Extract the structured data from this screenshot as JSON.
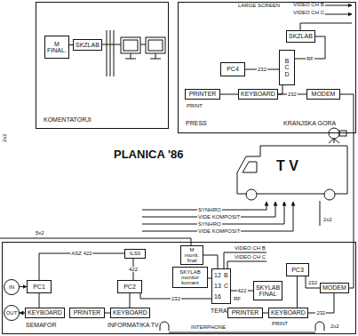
{
  "diagram": {
    "title": "PLANICA '86",
    "nodes": [
      {
        "text": [
          "KOMENTATORJI"
        ]
      },
      {
        "text": [
          "M FINAL."
        ],
        "in": 0
      },
      {
        "text": [
          "SKZLAB"
        ],
        "in": 0
      },
      {
        "text": [
          "PRESS",
          "KRANJSKA GORA"
        ]
      },
      {
        "text": [
          "SKZLAB"
        ],
        "in": 3
      },
      {
        "text": [
          "PC4"
        ],
        "in": 3
      },
      {
        "text": [
          "B",
          "C",
          "D"
        ],
        "in": 3
      },
      {
        "text": [
          "PRINTER"
        ],
        "in": 3
      },
      {
        "text": [
          "KEYBOARD"
        ],
        "in": 3
      },
      {
        "text": [
          "MODEM"
        ],
        "in": 3
      },
      {
        "text": [
          "T V"
        ]
      },
      {
        "text": [
          "SEMAFOR",
          "INFORMATIKA TV",
          "TERA"
        ]
      },
      {
        "text": [
          "IN"
        ],
        "in": 11
      },
      {
        "text": [
          "OUT"
        ],
        "in": 11
      },
      {
        "text": [
          "PC1"
        ],
        "in": 11
      },
      {
        "text": [
          "KEYBOARD"
        ],
        "in": 11
      },
      {
        "text": [
          "ILS0"
        ],
        "in": 11
      },
      {
        "text": [
          "PRINTER"
        ],
        "in": 11
      },
      {
        "text": [
          "PC2"
        ],
        "in": 11
      },
      {
        "text": [
          "KEYBOARD"
        ],
        "in": 11
      },
      {
        "text": [
          "M monit. final"
        ],
        "in": 11
      },
      {
        "text": [
          "SKYLAB monitor komant"
        ],
        "in": 11
      },
      {
        "text": [
          "12",
          "B",
          "13",
          "C",
          "16"
        ],
        "in": 11
      },
      {
        "text": [
          "SKYLAB FINAL"
        ],
        "in": 11
      },
      {
        "text": [
          "PRINTER"
        ],
        "in": 11
      },
      {
        "text": [
          "PC3"
        ],
        "in": 11
      },
      {
        "text": [
          "KEYBOARD"
        ],
        "in": 11
      },
      {
        "text": [
          "MODEM"
        ],
        "in": 11
      }
    ],
    "edges": [
      {
        "from": 5,
        "to": 6,
        "arrow": "none",
        "label": "232"
      },
      {
        "from": 4,
        "to": 6,
        "arrow": "none",
        "label": "RF"
      },
      {
        "from": 7,
        "to": 8,
        "arrow": "none"
      },
      {
        "from": 8,
        "to": 6,
        "arrow": "none"
      },
      {
        "from": 8,
        "to": 9,
        "arrow": "none",
        "label": "232"
      },
      {
        "from": 9,
        "to": 27,
        "arrow": "none"
      },
      {
        "from": 1,
        "to": 2,
        "arrow": "none"
      },
      {
        "from": 12,
        "to": 14,
        "arrow": "to"
      },
      {
        "from": 15,
        "to": 13,
        "arrow": "to"
      },
      {
        "from": 14,
        "to": 15,
        "arrow": "none"
      },
      {
        "from": 14,
        "to": 16,
        "arrow": "none",
        "label": "ASZ 422"
      },
      {
        "from": 16,
        "to": 18,
        "arrow": "none",
        "label": "422"
      },
      {
        "from": 17,
        "to": 19,
        "arrow": "none"
      },
      {
        "from": 19,
        "to": 18,
        "arrow": "none"
      },
      {
        "from": 18,
        "to": 22,
        "arrow": "none",
        "label": "232"
      },
      {
        "from": 20,
        "to": 22,
        "arrow": "none"
      },
      {
        "from": 21,
        "to": 22,
        "arrow": "none"
      },
      {
        "from": 22,
        "to": 23,
        "arrow": "none",
        "label": "422"
      },
      {
        "from": 24,
        "to": 26,
        "arrow": "none"
      },
      {
        "from": 26,
        "to": 25,
        "arrow": "none"
      },
      {
        "from": 25,
        "to": 27,
        "arrow": "none",
        "label": "232"
      },
      {
        "from": 26,
        "to": 27,
        "arrow": "none",
        "label": "232"
      }
    ],
    "labels": [
      "LARGE SCREEN",
      "VIDEO CH B",
      "VIDEO CH C",
      "PRINT",
      "SYNHRO",
      "VIDE KOMPOSIT",
      "SYNHRO",
      "VIDE KOMPOSIT",
      "2x2",
      "5x2",
      "VIDEO CH B",
      "VIDEO CH C",
      "RF",
      "PRINT",
      "INTERPHONE",
      "2x2",
      "2x2"
    ]
  }
}
